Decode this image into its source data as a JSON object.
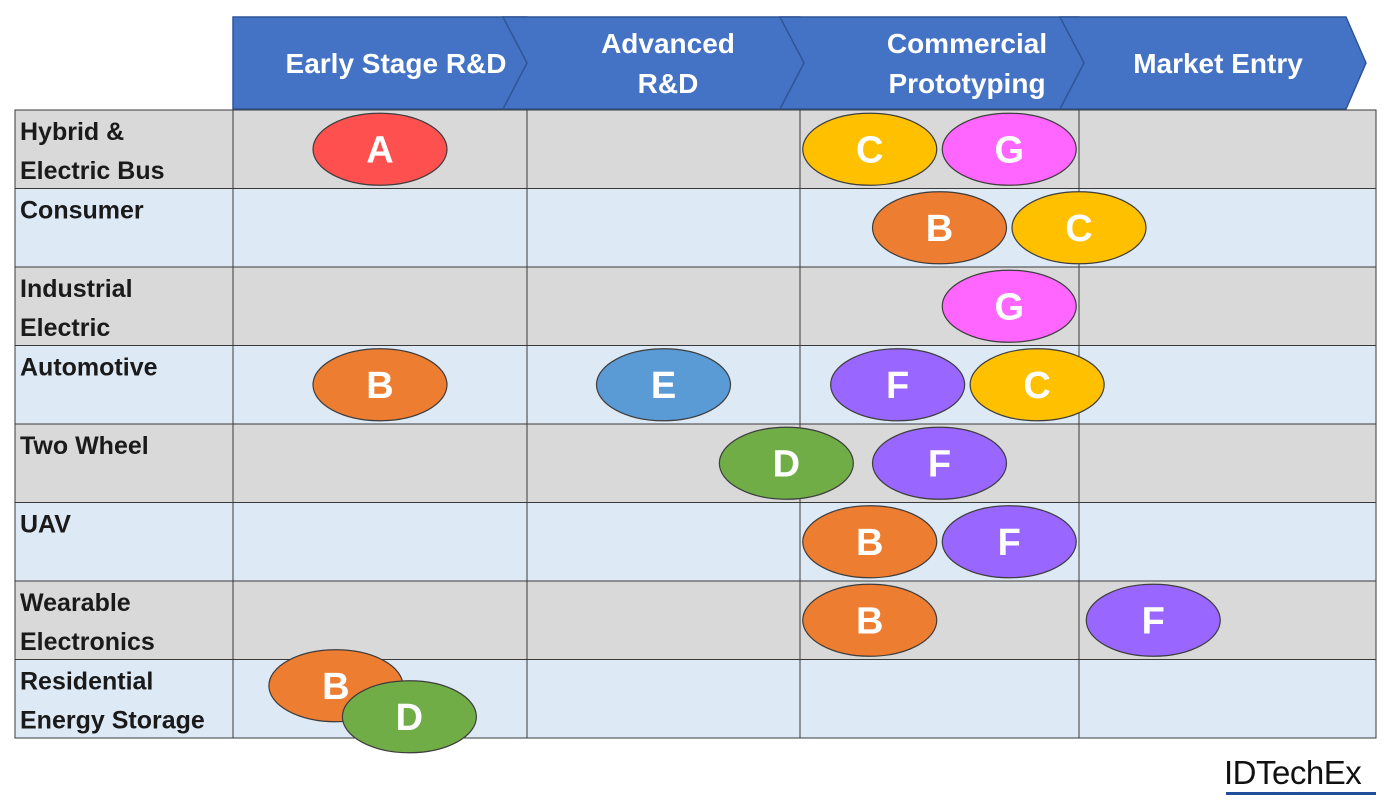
{
  "stages": [
    "Early Stage R&D",
    "Advanced R&D",
    "Commercial Prototyping",
    "Market Entry"
  ],
  "stage_lines": [
    [
      "Early Stage R&D"
    ],
    [
      "Advanced",
      "R&D"
    ],
    [
      "Commercial",
      "Prototyping"
    ],
    [
      "Market Entry"
    ]
  ],
  "rows": [
    {
      "lines": [
        "Hybrid &",
        "Electric Bus"
      ]
    },
    {
      "lines": [
        "Consumer"
      ]
    },
    {
      "lines": [
        "Industrial",
        "Electric"
      ]
    },
    {
      "lines": [
        "Automotive"
      ]
    },
    {
      "lines": [
        "Two Wheel"
      ]
    },
    {
      "lines": [
        "UAV"
      ]
    },
    {
      "lines": [
        "Wearable",
        "Electronics"
      ]
    },
    {
      "lines": [
        "Residential",
        "Energy Storage"
      ]
    }
  ],
  "legend_colors": {
    "A": "#ff5050",
    "B": "#ed7d31",
    "C": "#ffc000",
    "D": "#70ad47",
    "E": "#5b9bd5",
    "F": "#9966ff",
    "G": "#ff66ff"
  },
  "markers": [
    {
      "row": 0,
      "stage": 0.5,
      "label": "A"
    },
    {
      "row": 0,
      "stage": 2.25,
      "label": "C"
    },
    {
      "row": 0,
      "stage": 2.75,
      "label": "G"
    },
    {
      "row": 1,
      "stage": 2.5,
      "label": "B"
    },
    {
      "row": 1,
      "stage": 3.0,
      "label": "C"
    },
    {
      "row": 2,
      "stage": 2.75,
      "label": "G"
    },
    {
      "row": 3,
      "stage": 0.5,
      "label": "B"
    },
    {
      "row": 3,
      "stage": 1.5,
      "label": "E"
    },
    {
      "row": 3,
      "stage": 2.35,
      "label": "F"
    },
    {
      "row": 3,
      "stage": 2.85,
      "label": "C"
    },
    {
      "row": 4,
      "stage": 1.95,
      "label": "D"
    },
    {
      "row": 4,
      "stage": 2.5,
      "label": "F"
    },
    {
      "row": 5,
      "stage": 2.25,
      "label": "B"
    },
    {
      "row": 5,
      "stage": 2.75,
      "label": "F"
    },
    {
      "row": 6,
      "stage": 2.25,
      "label": "B"
    },
    {
      "row": 6,
      "stage": 3.25,
      "label": "F"
    },
    {
      "row": 7,
      "stage": 0.35,
      "label": "B"
    },
    {
      "row": 7,
      "stage": 0.6,
      "label": "D"
    }
  ],
  "logo": "IDTechEx"
}
